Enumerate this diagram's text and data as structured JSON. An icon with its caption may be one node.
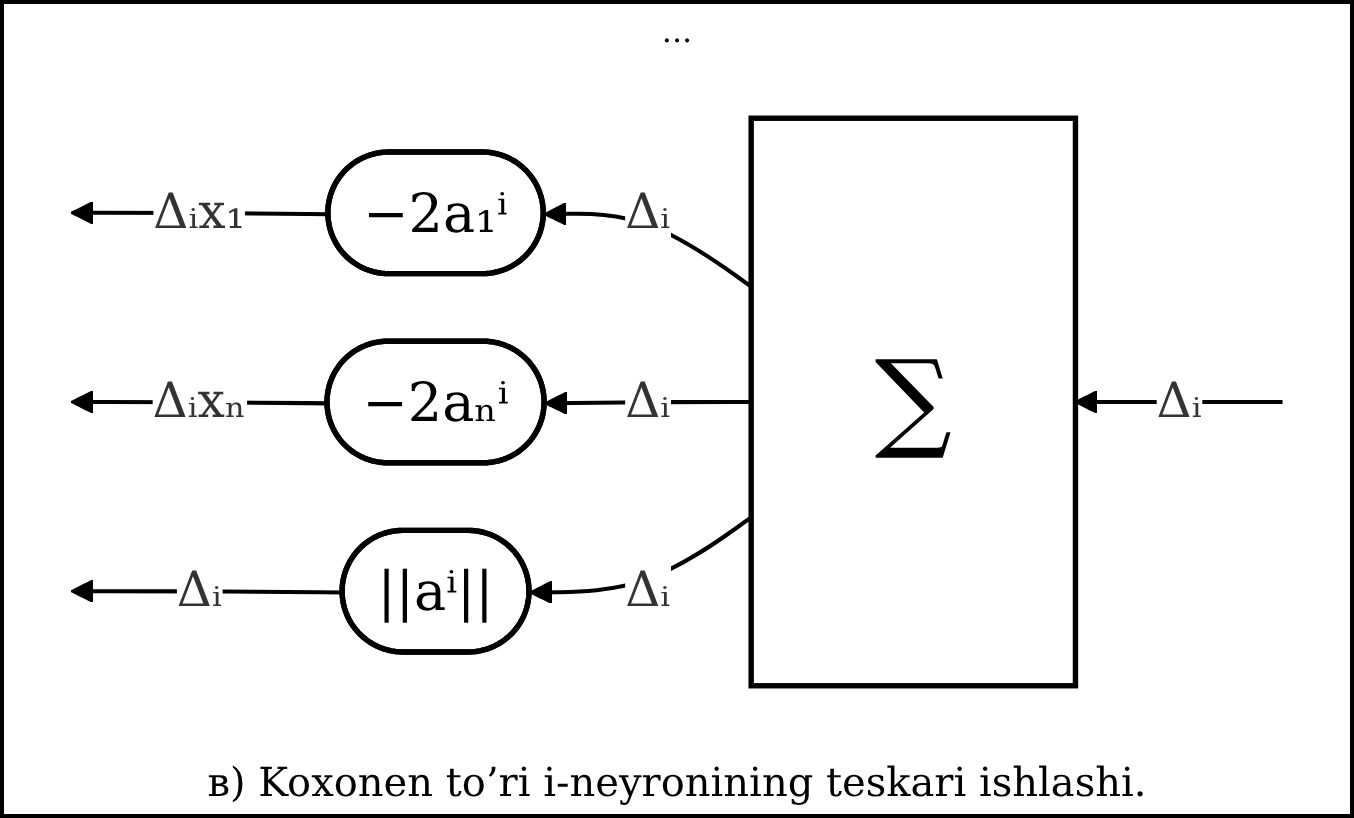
{
  "diagram": {
    "caption": "в) Koxonen to’ri i-neyronining teskari ishlashi.",
    "nodes": [
      {
        "text": [
          "−2a₁ⁱ"
        ]
      },
      {
        "text": [
          "−2aₙⁱ"
        ]
      },
      {
        "text": [
          "||aⁱ||"
        ]
      },
      {
        "text": [
          "∑"
        ]
      }
    ],
    "edges": [
      {
        "from": null,
        "to": 3,
        "arrow": "to",
        "label": "Δᵢ"
      },
      {
        "from": 3,
        "to": 0,
        "arrow": "to",
        "label": "Δᵢ"
      },
      {
        "from": 3,
        "to": 1,
        "arrow": "to",
        "label": "Δᵢ"
      },
      {
        "from": 3,
        "to": 2,
        "arrow": "to",
        "label": "Δᵢ"
      },
      {
        "from": 0,
        "to": null,
        "arrow": "to",
        "label": "Δᵢx₁"
      },
      {
        "from": 1,
        "to": null,
        "arrow": "to",
        "label": "Δᵢxₙ"
      },
      {
        "from": 2,
        "to": null,
        "arrow": "to",
        "label": "Δᵢ"
      }
    ],
    "labels": [
      "..."
    ]
  }
}
